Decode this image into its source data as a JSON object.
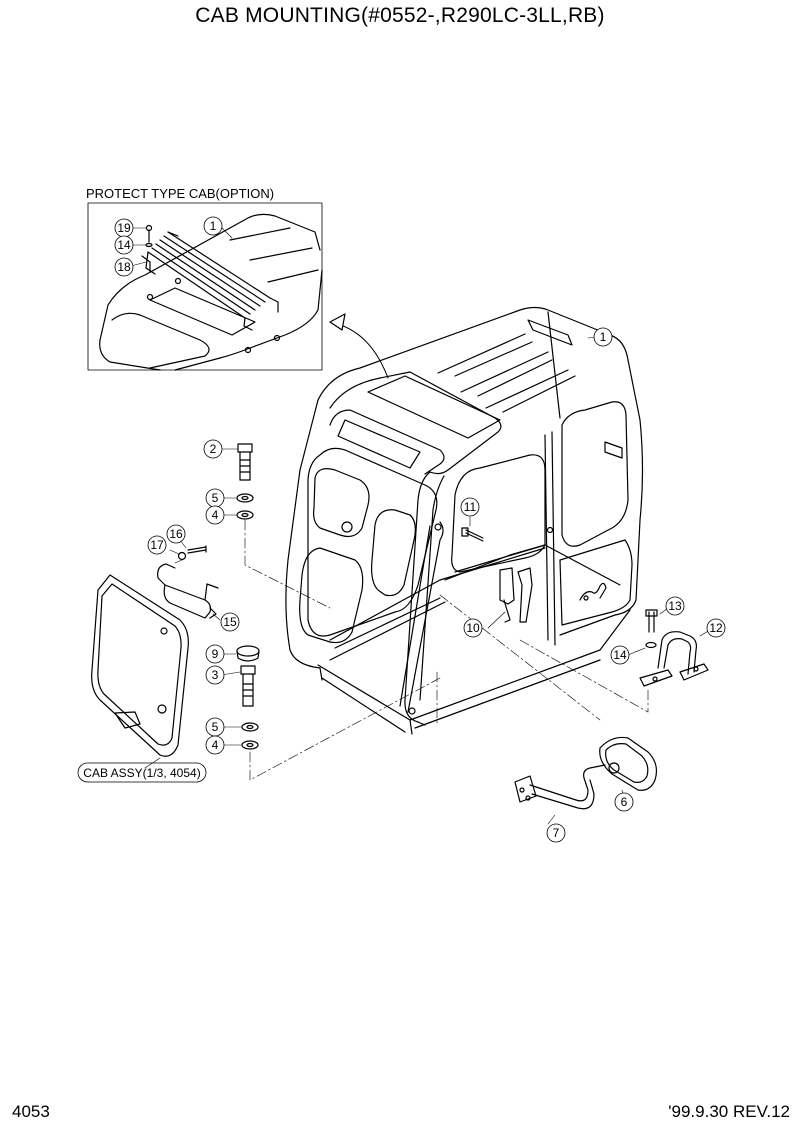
{
  "title": "CAB MOUNTING(#0552-,R290LC-3LL,RB)",
  "page_number": "4053",
  "revision": "'99.9.30 REV.12",
  "inset_label": "PROTECT TYPE CAB(OPTION)",
  "cab_assy_label": "CAB ASSY(1/3, 4054)",
  "callouts": [
    "1",
    "2",
    "3",
    "4",
    "5",
    "6",
    "7",
    "9",
    "10",
    "11",
    "12",
    "13",
    "14",
    "15",
    "16",
    "17",
    "18",
    "19"
  ]
}
